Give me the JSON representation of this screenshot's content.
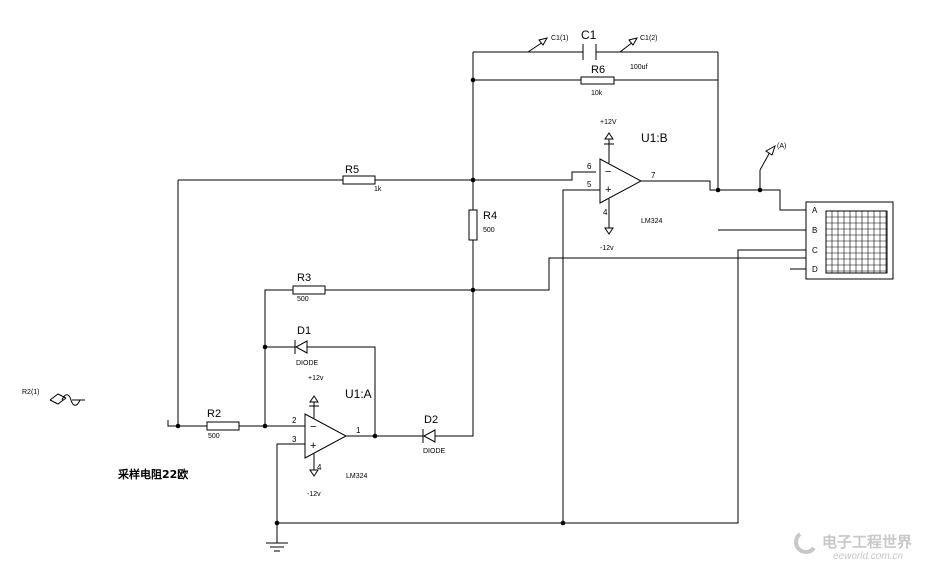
{
  "components": {
    "c1": {
      "ref": "C1",
      "value": "100uf"
    },
    "r6": {
      "ref": "R6",
      "value": "10k"
    },
    "r5": {
      "ref": "R5",
      "value": "1k"
    },
    "r4": {
      "ref": "R4",
      "value": "500"
    },
    "r3": {
      "ref": "R3",
      "value": "500"
    },
    "r2": {
      "ref": "R2",
      "value": "500"
    },
    "d1": {
      "ref": "D1",
      "value": "DIODE"
    },
    "d2": {
      "ref": "D2",
      "value": "DIODE"
    },
    "u1a": {
      "ref": "U1:A",
      "value": "LM324"
    },
    "u1b": {
      "ref": "U1:B",
      "value": "LM324"
    }
  },
  "probes": {
    "c1_1": "C1(1)",
    "c1_2": "C1(2)",
    "a": "(A)",
    "r2_1": "R2(1)"
  },
  "supplies": {
    "u1a_pos": "+12v",
    "u1a_neg": "-12v",
    "u1b_pos": "+12V",
    "u1b_neg": "-12v"
  },
  "pins": {
    "u1a_inv": "2",
    "u1a_noninv": "3",
    "u1a_out": "1",
    "u1b_inv": "6",
    "u1b_noninv": "5",
    "u1b_out": "7",
    "u1a_vneg": "4",
    "u1b_vneg": "4"
  },
  "oscilloscope": {
    "channels": [
      "A",
      "B",
      "C",
      "D"
    ]
  },
  "annotation": "采样电阻22欧",
  "watermark": {
    "cn": "电子工程世界",
    "en": "eeworld.com.cn"
  }
}
